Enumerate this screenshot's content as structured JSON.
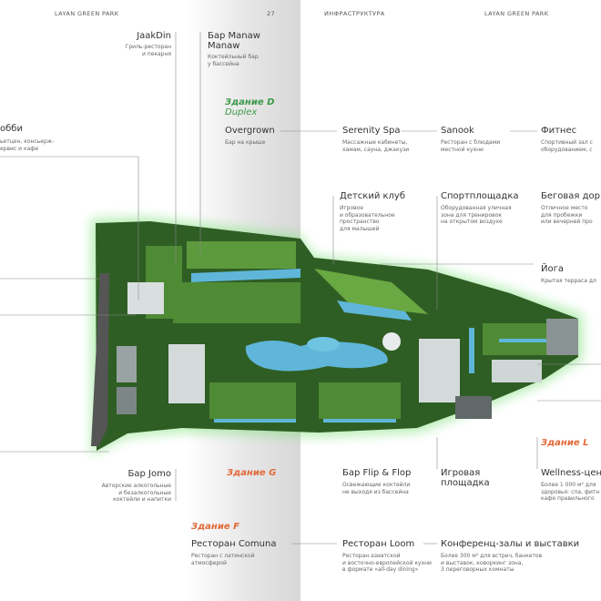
{
  "header": {
    "left_title": "LAYAN GREEN PARK",
    "page_number": "27",
    "section": "ИНФРАСТРУКТУРА",
    "right_title": "LAYAN GREEN PARK"
  },
  "colors": {
    "accent_green": "#3c9a4a",
    "accent_orange": "#e06a3a",
    "pool": "#5fb6d9",
    "lawn": "#4f8a35"
  },
  "buildings": {
    "d": "Здание D",
    "d_duplex": "Duplex",
    "g": "Здание G",
    "f": "Здание F",
    "l": "Здание L"
  },
  "amenities": {
    "lobby": {
      "title": "обби",
      "desc": "ьетцен, консьерж-\nервис и кафе"
    },
    "jaakdin": {
      "title": "JaakDin",
      "desc": "Гриль-ресторан\nи пекарня"
    },
    "manaw": {
      "title": "Бар Manaw\nManaw",
      "desc": "Коктейльный бар\nу бассейна"
    },
    "overgrown": {
      "title": "Overgrown",
      "desc": "Бар на крыше"
    },
    "serenity": {
      "title": "Serenity Spa",
      "desc": "Массажные кабинеты,\nхамам, сауна, джакузи"
    },
    "sanook": {
      "title": "Sanook",
      "desc": "Ресторан с блюдами\nместной кухни"
    },
    "fitness": {
      "title": "Фитнес",
      "desc": "Спортивный зал с\nоборудованием, с"
    },
    "kids": {
      "title": "Детский клуб",
      "desc": "Игровое\nи образовательное\nпространство\nдля малышей"
    },
    "sport": {
      "title": "Спортплощадка",
      "desc": "Оборудованная уличная\nзона для тренировок\nна открытом воздухе"
    },
    "running": {
      "title": "Беговая дор",
      "desc": "Отличное место\nдля пробежки\nили вечерней про"
    },
    "yoga": {
      "title": "Йога",
      "desc": "Крытая терраса дл"
    },
    "jomo": {
      "title": "Бар Jomo",
      "desc": "Авторские алкогольные\nи безалкогольные\nкоктейли и напитки"
    },
    "flipflop": {
      "title": "Бар Flip & Flop",
      "desc": "Освежающие коктейли\nне выходя из бассейна"
    },
    "playground": {
      "title": "Игровая\nплощадка",
      "desc": ""
    },
    "wellness": {
      "title": "Wellness-цен",
      "desc": "Более 1 000 м² для\nздоровья: спа, фитн\nкафе правильного"
    },
    "comuna": {
      "title": "Ресторан Comuna",
      "desc": "Ресторан с латинской\nатмосферой"
    },
    "loom": {
      "title": "Ресторан Loom",
      "desc": "Ресторан азиатской\nи восточно-европейской кухни\nв формате «all-day dining»"
    },
    "conference": {
      "title": "Конференц-залы и выставки",
      "desc": "Более 300 м² для встреч, банкетов\nи выставок, коворкинг зона,\n3 переговорных комнаты"
    }
  }
}
